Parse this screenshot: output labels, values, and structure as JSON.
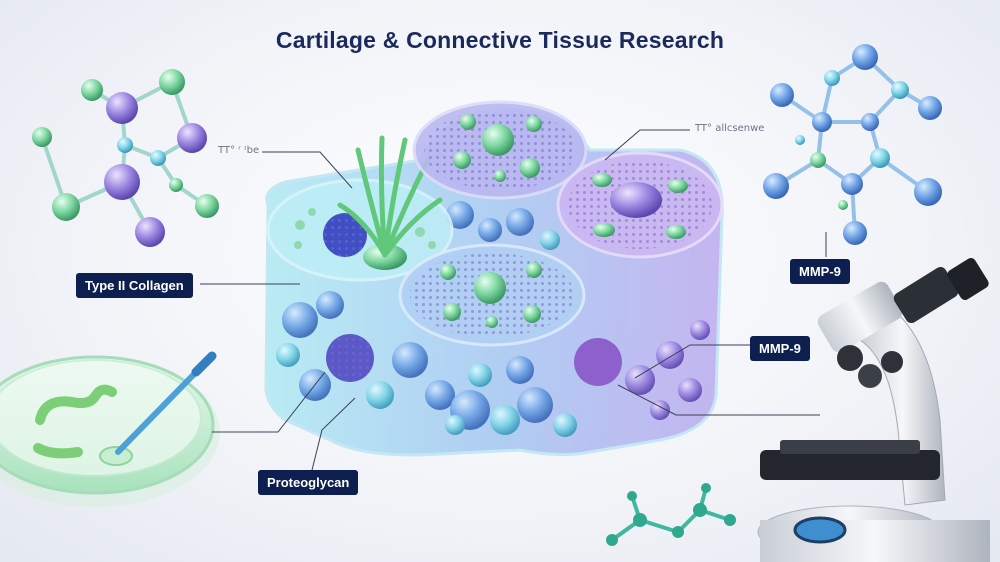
{
  "title": "Cartilage & Connective Tissue Research",
  "labels": {
    "type_ii_collagen": "Type II Collagen",
    "proteoglycan": "Proteoglycan",
    "mmp9_top": "MMP-9",
    "mmp9_right": "MMP-9",
    "small_left": "TT° ʳ ᶦbe",
    "small_right": "TT° allcsenwe"
  },
  "colors": {
    "title": "#1b2a5c",
    "tag_bg": "#0d1f4f",
    "cyan": "#5cc8dc",
    "blue": "#5b8fd6",
    "purple": "#8e7ad8",
    "green": "#6bd08c"
  }
}
